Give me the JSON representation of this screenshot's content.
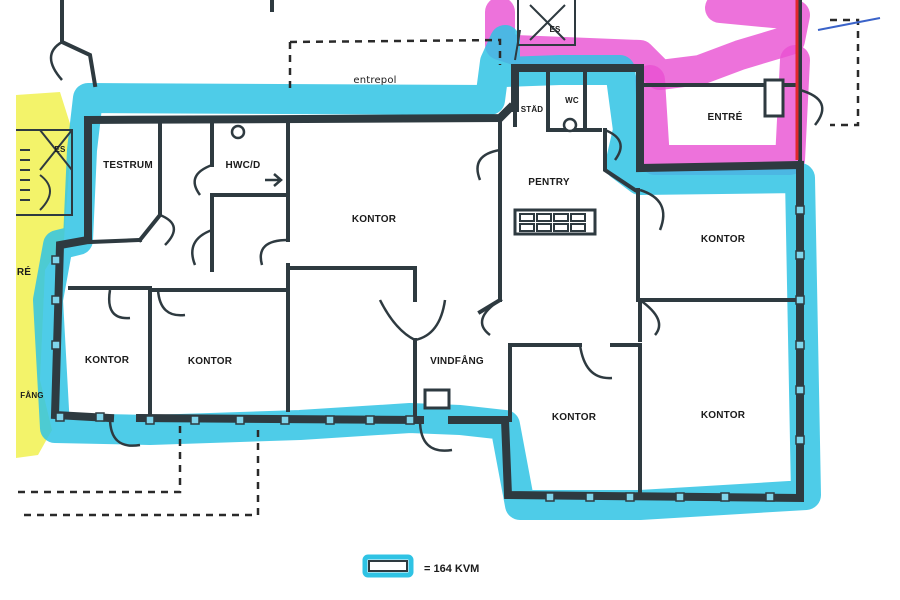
{
  "rooms": {
    "testrum": "TESTRUM",
    "hwc": "HWC/D",
    "kontor_center": "KONTOR",
    "pentry": "PENTRY",
    "stad": "STÄD",
    "wc": "WC",
    "entre_right": "ENTRÉ",
    "kontor_right_top": "KONTOR",
    "kontor_left_1": "KONTOR",
    "kontor_left_2": "KONTOR",
    "vindfang": "VINDFÅNG",
    "kontor_bottom_mid": "KONTOR",
    "kontor_bottom_right": "KONTOR",
    "entrepool": "entrepol",
    "re_left": "RÉ",
    "fang_left": "FÅNG",
    "es_left": "ES",
    "es_top": "ES"
  },
  "legend": {
    "text": "= 164 KVM",
    "swatch_color": "#2fc3e4"
  },
  "colors": {
    "highlight_leased": "#2fc3e4",
    "highlight_entrance": "#e94fd2",
    "highlight_neighbor": "#f2f25a",
    "walls": "#2e3a40",
    "red_line": "#e0282c"
  }
}
